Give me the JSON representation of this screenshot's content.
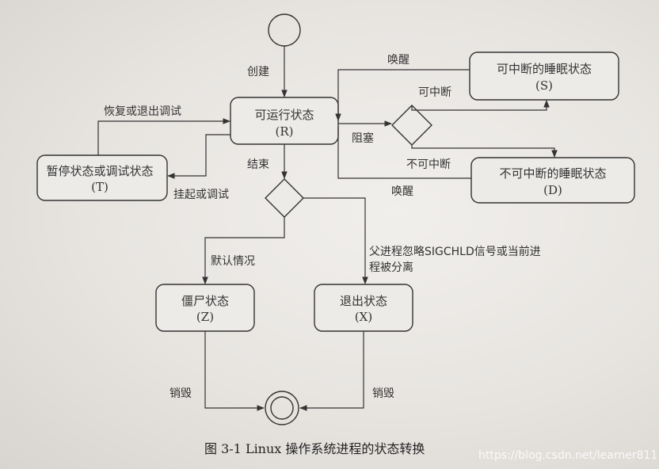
{
  "diagram": {
    "nodes": {
      "runnable": {
        "label": "可运行状态",
        "abbr": "(R)"
      },
      "stopped": {
        "label": "暂停状态或调试状态",
        "abbr": "(T)"
      },
      "interruptible": {
        "label": "可中断的睡眠状态",
        "abbr": "(S)"
      },
      "uninterruptible": {
        "label": "不可中断的睡眠状态",
        "abbr": "(D)"
      },
      "zombie": {
        "label": "僵尸状态",
        "abbr": "(Z)"
      },
      "exit": {
        "label": "退出状态",
        "abbr": "(X)"
      }
    },
    "edges": {
      "create": "创建",
      "resume": "恢复或退出调试",
      "suspend": "挂起或调试",
      "end": "结束",
      "wakeup_s": "唤醒",
      "wakeup_d": "唤醒",
      "interruptible": "可中断",
      "uninterruptible": "不可中断",
      "block": "阻塞",
      "default": "默认情况",
      "sigchld_line1": "父进程忽略SIGCHLD信号或当前进",
      "sigchld_line2": "程被分离",
      "destroy_z": "销毁",
      "destroy_x": "销毁"
    }
  },
  "caption": "图 3-1    Linux 操作系统进程的状态转换",
  "watermark": "https://blog.csdn.net/learner811"
}
